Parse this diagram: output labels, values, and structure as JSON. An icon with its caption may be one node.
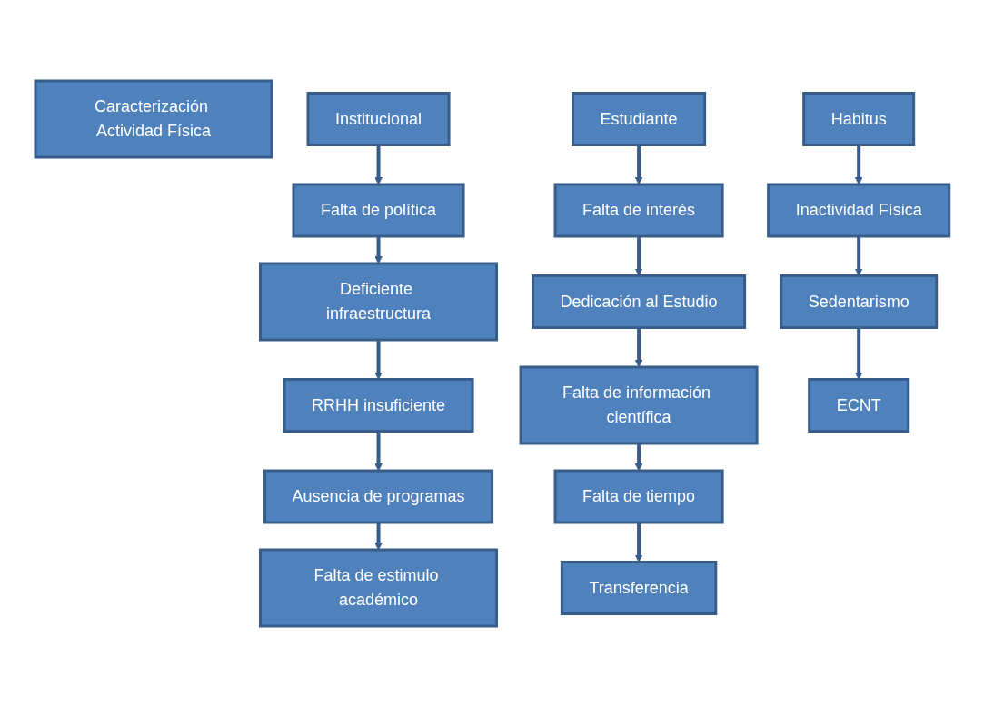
{
  "diagram": {
    "nodes": [
      {
        "text": [
          "Caracterización Actividad Física"
        ]
      },
      {
        "text": [
          "Institucional"
        ]
      },
      {
        "text": [
          "Falta de política"
        ]
      },
      {
        "text": [
          "Deficiente infraestructura"
        ]
      },
      {
        "text": [
          "RRHH insuficiente"
        ]
      },
      {
        "text": [
          "Ausencia de programas"
        ]
      },
      {
        "text": [
          "Falta de estimulo académico"
        ]
      },
      {
        "text": [
          "Estudiante"
        ]
      },
      {
        "text": [
          "Falta de interés"
        ]
      },
      {
        "text": [
          "Dedicación al Estudio"
        ]
      },
      {
        "text": [
          "Falta de información científica"
        ]
      },
      {
        "text": [
          "Falta de tiempo"
        ]
      },
      {
        "text": [
          "Transferencia"
        ]
      },
      {
        "text": [
          "Habitus"
        ]
      },
      {
        "text": [
          "Inactividad Física"
        ]
      },
      {
        "text": [
          "Sedentarismo"
        ]
      },
      {
        "text": [
          "ECNT"
        ]
      }
    ],
    "edges": [
      {
        "from": 1,
        "to": 2,
        "arrow": "to"
      },
      {
        "from": 2,
        "to": 3,
        "arrow": "to"
      },
      {
        "from": 3,
        "to": 4,
        "arrow": "to"
      },
      {
        "from": 4,
        "to": 5,
        "arrow": "to"
      },
      {
        "from": 5,
        "to": 6,
        "arrow": "to"
      },
      {
        "from": 7,
        "to": 8,
        "arrow": "to"
      },
      {
        "from": 8,
        "to": 9,
        "arrow": "to"
      },
      {
        "from": 9,
        "to": 10,
        "arrow": "to"
      },
      {
        "from": 10,
        "to": 11,
        "arrow": "to"
      },
      {
        "from": 11,
        "to": 12,
        "arrow": "to"
      },
      {
        "from": 13,
        "to": 14,
        "arrow": "to"
      },
      {
        "from": 14,
        "to": 15,
        "arrow": "to"
      },
      {
        "from": 15,
        "to": 16,
        "arrow": "to"
      }
    ]
  }
}
